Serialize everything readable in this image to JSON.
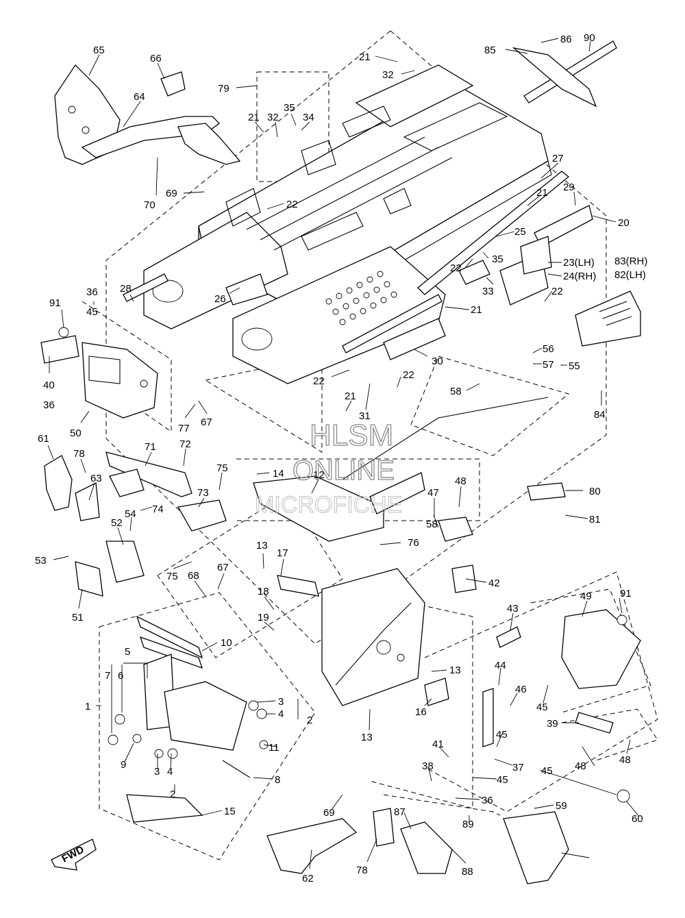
{
  "watermark": {
    "line1": "HLSM",
    "line2": "ONLINE",
    "line3": "MICROFICHE"
  },
  "fwd_label": "FWD",
  "callouts": [
    "65",
    "66",
    "64",
    "79",
    "21",
    "32",
    "85",
    "86",
    "90",
    "21",
    "32",
    "35",
    "34",
    "70",
    "69",
    "22",
    "27",
    "21",
    "29",
    "20",
    "25",
    "35",
    "22",
    "23(LH)",
    "24(RH)",
    "83(RH)",
    "82(LH)",
    "33",
    "22",
    "28",
    "26",
    "21",
    "36",
    "45",
    "91",
    "40",
    "36",
    "50",
    "22",
    "22",
    "30",
    "21",
    "31",
    "56",
    "57",
    "55",
    "58",
    "77",
    "67",
    "84",
    "61",
    "78",
    "71",
    "72",
    "75",
    "14",
    "12",
    "48",
    "47",
    "80",
    "63",
    "74",
    "73",
    "54",
    "52",
    "58",
    "81",
    "53",
    "76",
    "13",
    "17",
    "75",
    "68",
    "67",
    "42",
    "51",
    "18",
    "49",
    "91",
    "43",
    "19",
    "10",
    "5",
    "7",
    "6",
    "3",
    "4",
    "2",
    "1",
    "13",
    "44",
    "46",
    "45",
    "39",
    "16",
    "13",
    "11",
    "9",
    "41",
    "45",
    "48",
    "48",
    "3",
    "4",
    "38",
    "45",
    "37",
    "8",
    "45",
    "2",
    "15",
    "69",
    "36",
    "89",
    "59",
    "60",
    "87",
    "62",
    "78",
    "88"
  ]
}
